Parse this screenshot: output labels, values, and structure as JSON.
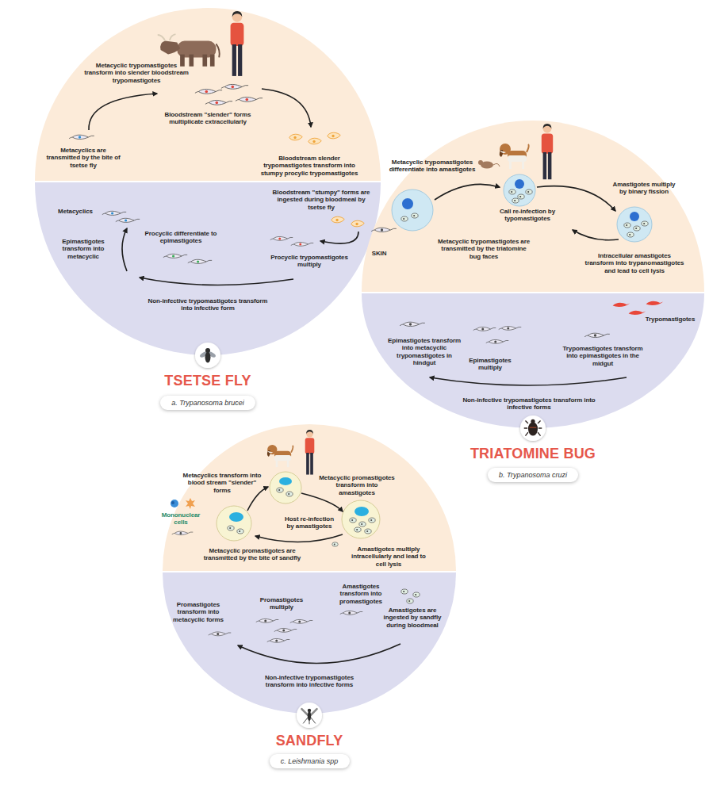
{
  "diagram": {
    "nodes": [
      {
        "text": [
          "Metacyclic trypomastigotes transform into slender bloodstream trypomastigotes",
          "Bloodstream \"slender\" forms multiplicate extracellularly",
          "Metacyclics are transmitted by the bite of tsetse fly",
          "Bloodstream slender trypomastigotes transform into stumpy procylic trypomastigotes"
        ]
      },
      {
        "text": [
          "Bloodstream \"stumpy\" forms are ingested during bloodmeal by tsetse fly",
          "Metacyclics",
          "Procyclic differentiate to epimastigotes",
          "Procyclic trypomastigotes multiply",
          "Epimastigotes transform into metacyclic",
          "Non-infective trypomastigotes transform into infective form"
        ]
      },
      {
        "text": [
          "a. Trypanosoma brucei"
        ]
      },
      {
        "text": [
          "Metacyclic trypomastigotes differentiate into amastigotes",
          "Amastigotes multiply by binary fission",
          "Call re-infection by typomastigotes",
          "SKIN",
          "Metacyclic trypomastigotes are transmitted by the triatomine bug faces",
          "Intracellular amastigotes transform into trypanomastigotes and lead to cell lysis"
        ]
      },
      {
        "text": [
          "Trypomastigotes",
          "Epimastigotes transform into metacyclic trypomastigotes in hindgut",
          "Trypomastigotes transform into epimastigotes in the midgut",
          "Epimastigotes multiply",
          "Non-infective trypomastigotes transform into infective forms"
        ]
      },
      {
        "text": [
          "b. Trypanosoma cruzi"
        ]
      },
      {
        "text": [
          "Metacyclics transform into blood stream \"slender\" forms",
          "Metacyclic promastigotes transform into amastigotes",
          "Mononuclear cells",
          "Host re-infection by amastigotes",
          "Amastigotes multiply intracellularly and lead to cell lysis",
          "Metacyclic promastigotes are transmitted by the bite of sandfly"
        ]
      },
      {
        "text": [
          "Amastigotes transform into promastigotes",
          "Promastigotes transform into metacyclic forms",
          "Promastigotes multiply",
          "Amastigotes are ingested by sandfly during bloodmeal",
          "Non-infective trypomastigotes transform into infective forms"
        ]
      },
      {
        "text": [
          "c. Leishmania spp"
        ]
      }
    ],
    "labels": [
      "TSETSE FLY",
      "TRIATOMINE BUG",
      "SANDFLY"
    ]
  }
}
